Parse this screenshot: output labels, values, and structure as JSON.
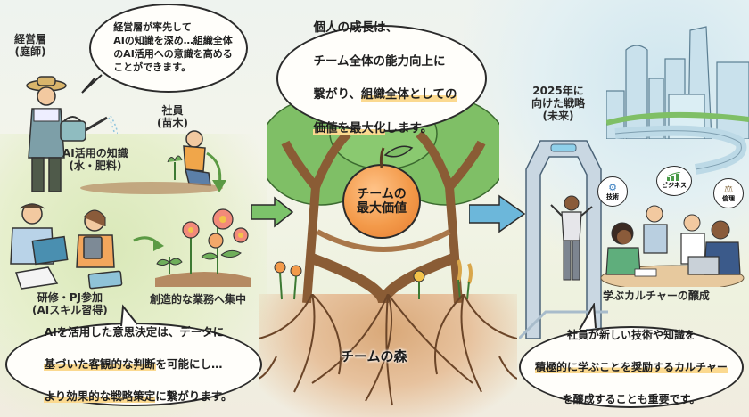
{
  "left_panel": {
    "management_label": "経営層\n(庭師)",
    "management_bubble": "経営層が率先して\nAIの知識を深め…組織全体\nのAI活用への意識を高める\nことができます。",
    "employee_label": "社員\n(苗木)",
    "knowledge_label": "AI活用の知識\n(水・肥料)",
    "training_label": "研修・PJ参加\n(AIスキル習得)",
    "creative_label": "創造的な業務へ集中",
    "decision_bubble": {
      "line1": "AIを活用した意思決定は、データに",
      "line2_highlight": "基づいた客観的な判断",
      "line2_rest": "を可能にし…",
      "line3_highlight": "より効果的な戦略策定",
      "line3_rest": "に繋がります。"
    }
  },
  "center_panel": {
    "growth_bubble": {
      "line1": "個人の成長は、",
      "line2": "チーム全体の能力向上に",
      "line3_plain": "繋がり、",
      "line3_highlight": "組織全体としての",
      "line4_highlight": "価値を最大化",
      "line4_rest": "します。"
    },
    "apple_label": "チームの\n最大価値",
    "forest_label": "チームの森"
  },
  "right_panel": {
    "strategy_label": "2025年に\n向けた戦略\n(未来)",
    "topics": [
      {
        "label": "技術",
        "icon": "gear-icon"
      },
      {
        "label": "ビジネス",
        "icon": "growth-chart-icon"
      },
      {
        "label": "倫理",
        "icon": "scales-icon"
      }
    ],
    "culture_label": "学ぶカルチャーの醸成",
    "culture_bubble": {
      "line1": "社員が新しい技術や知識を",
      "line2_highlight": "積極的に学ぶことを奨励するカルチャー",
      "line3": "を醸成することも重要です。"
    }
  },
  "colors": {
    "outline": "#2b2b2b",
    "highlight": "#fbd98f",
    "green_arrow": "#7cc36a",
    "blue_arrow": "#6cb7da",
    "apple": "#f39a4a",
    "tree_trunk": "#a9774a",
    "foliage": "#6fae5a"
  }
}
